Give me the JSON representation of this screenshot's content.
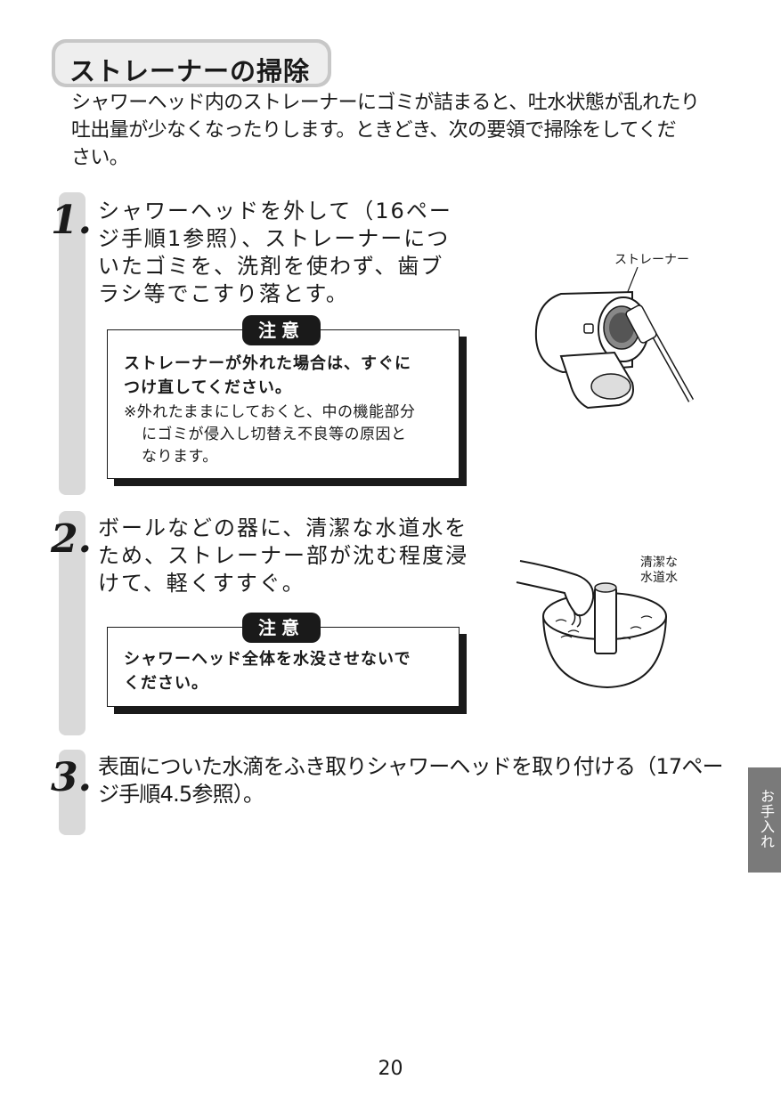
{
  "section_title": "ストレーナーの掃除",
  "intro": {
    "line1": "シャワーヘッド内のストレーナーにゴミが詰まると、吐水状態が乱れたり",
    "line2": "吐出量が少なくなったりします。ときどき、次の要領で掃除をしてくだ",
    "line3": "さい。"
  },
  "steps": [
    {
      "number": "1.",
      "lines": [
        "シャワーヘッドを外して（16ペー",
        "ジ手順1参照）、ストレーナーにつ",
        "いたゴミを、洗剤を使わず、歯ブ",
        "ラシ等でこすり落とす。"
      ],
      "caution": {
        "tag": "注意",
        "lead": [
          "ストレーナーが外れた場合は、すぐに",
          "つけ直してください。"
        ],
        "note": [
          "※外れたままにしておくと、中の機能部分",
          "にゴミが侵入し切替え不良等の原因と",
          "なります。"
        ]
      },
      "figure_label": "ストレーナー"
    },
    {
      "number": "2.",
      "lines": [
        "ボールなどの器に、清潔な水道水を",
        "ため、ストレーナー部が沈む程度浸",
        "けて、軽くすすぐ。"
      ],
      "caution": {
        "tag": "注意",
        "lead": [
          "シャワーヘッド全体を水没させないで",
          "ください。"
        ]
      },
      "figure_label": [
        "清潔な",
        "水道水"
      ]
    },
    {
      "number": "3.",
      "lines": [
        "表面についた水滴をふき取りシャワーヘッドを取り付ける（17ペー",
        "ジ手順4.5参照）。"
      ]
    }
  ],
  "side_tab": "お手入れ",
  "page_number": "20"
}
